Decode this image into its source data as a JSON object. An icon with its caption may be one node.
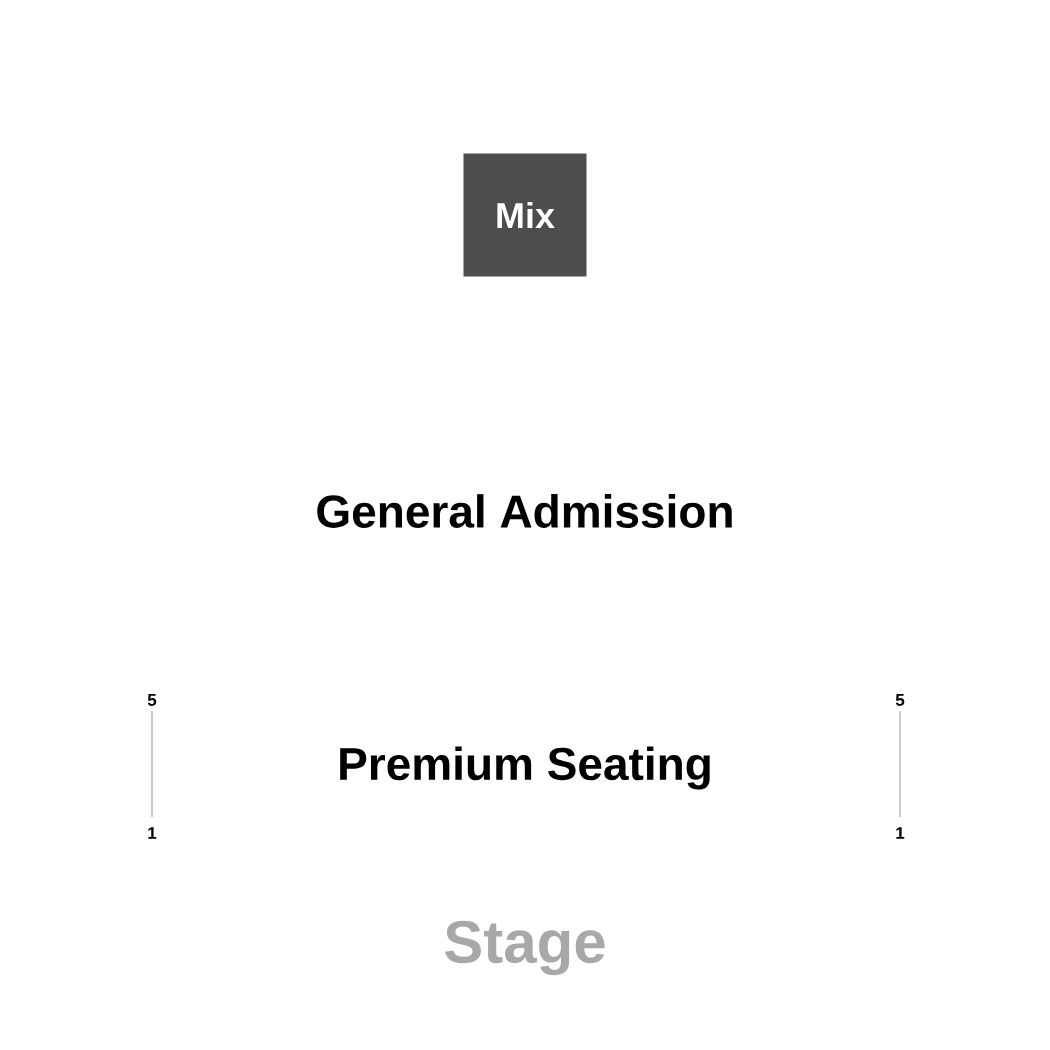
{
  "diagram": {
    "nodes": [
      {
        "text": [
          "Mix"
        ]
      }
    ],
    "labels": [
      "General Admission",
      "5",
      "5",
      "Premium Seating",
      "1",
      "1",
      "Stage"
    ]
  }
}
